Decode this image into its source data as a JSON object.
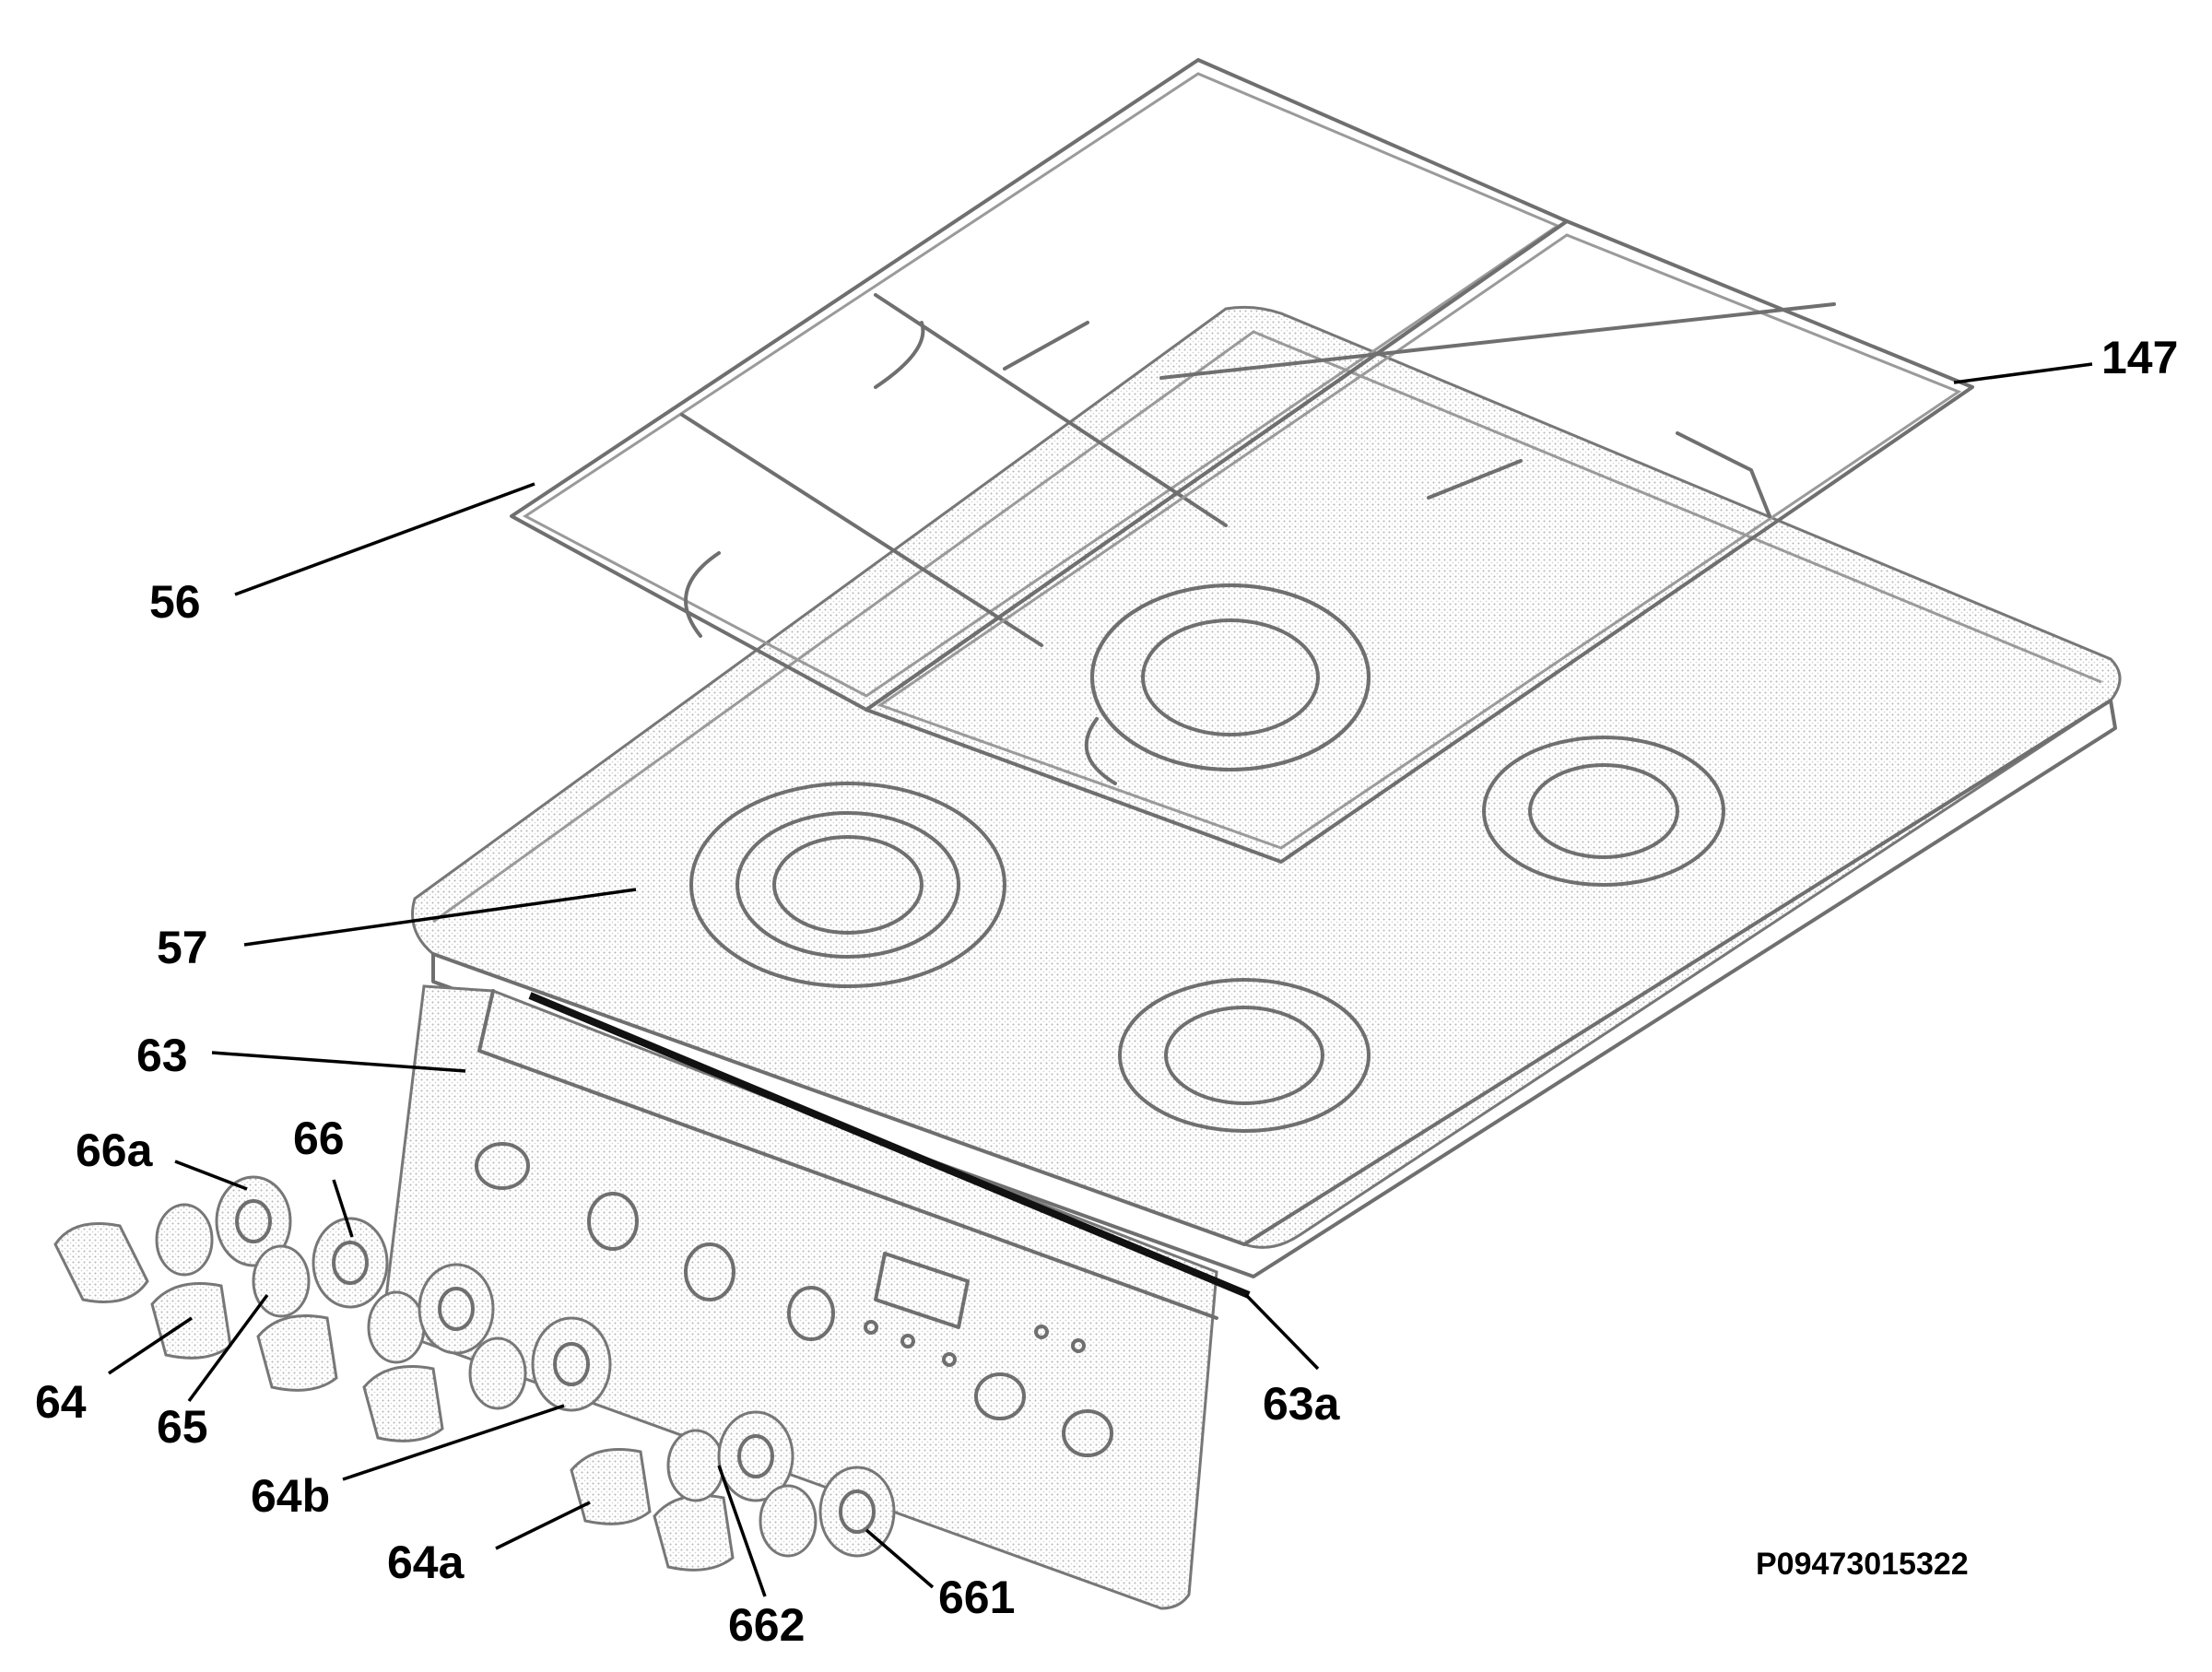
{
  "labels": {
    "l56": "56",
    "l147": "147",
    "l57": "57",
    "l63": "63",
    "l66a": "66a",
    "l66": "66",
    "l64": "64",
    "l65": "65",
    "l64b": "64b",
    "l64a": "64a",
    "l662": "662",
    "l661": "661",
    "l63a": "63a"
  },
  "reference_code": "P09473015322"
}
